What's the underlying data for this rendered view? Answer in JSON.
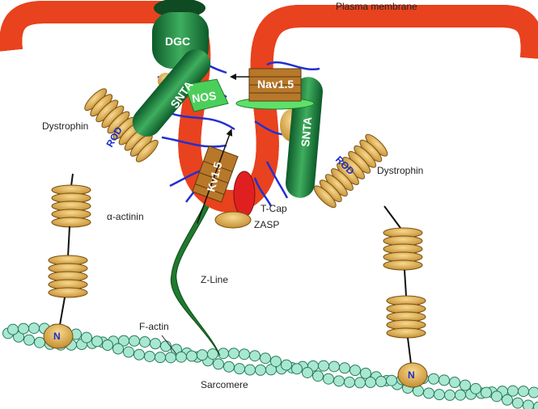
{
  "labels": {
    "plasma_membrane": "Plasma membrane",
    "dgc": "DGC",
    "snta_left": "SNTA",
    "snta_right": "SNTA",
    "nos": "NOS",
    "nav15": "Nav1.5",
    "kv15": "Kv1.5",
    "rod_left": "ROD",
    "rod_right": "ROD",
    "dystrophin_left": "Dystrophin",
    "dystrophin_right": "Dystrophin",
    "alpha_actinin": "α-actinin",
    "tcap": "T-Cap",
    "zasp": "ZASP",
    "zline": "Z-Line",
    "factin": "F-actin",
    "sarcomere": "Sarcomere",
    "n_left": "N",
    "n_right": "N"
  },
  "colors": {
    "membrane": "#e8421e",
    "dystrophin": "#e8b450",
    "snta": "#1f8a4a",
    "nos": "#4ccf5a",
    "channel": "#b8782a",
    "tcap": "#e02020",
    "actin": "#a8e8d0",
    "fiber": "#2230d0"
  }
}
